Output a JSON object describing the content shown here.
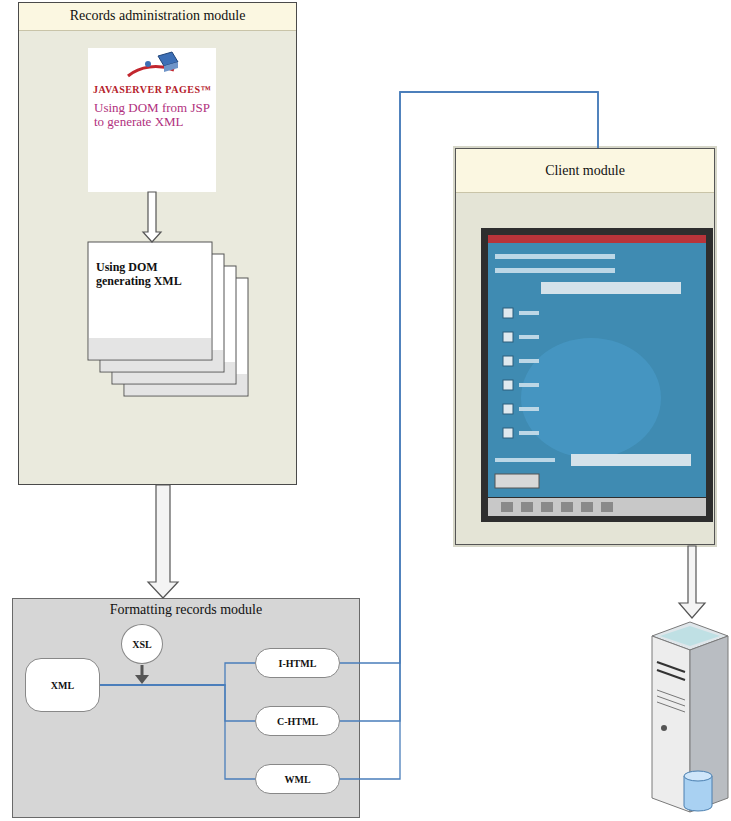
{
  "diagram": {
    "nodes": [
      {
        "text": [
          "Records administration module"
        ]
      },
      {
        "text": [
          "JAVASERVER PAGES™",
          "Using DOM from JSP to generate XML"
        ],
        "in": 0
      },
      {
        "text": [
          "Using DOM generating XML"
        ],
        "in": 0
      },
      {
        "text": [
          "Client module"
        ]
      },
      {
        "text": [
          "Formatting records module"
        ]
      },
      {
        "text": [
          "XSL"
        ],
        "in": 4
      },
      {
        "text": [
          "XML"
        ],
        "in": 4
      },
      {
        "text": [
          "I-HTML"
        ],
        "in": 4
      },
      {
        "text": [
          "C-HTML"
        ],
        "in": 4
      },
      {
        "text": [
          "WML"
        ],
        "in": 4
      }
    ],
    "edges": [
      {
        "from": 1,
        "to": 2,
        "arrow": "to"
      },
      {
        "from": 0,
        "to": 4,
        "arrow": "to"
      },
      {
        "from": 6,
        "to": 7,
        "arrow": "none"
      },
      {
        "from": 6,
        "to": 8,
        "arrow": "none"
      },
      {
        "from": 6,
        "to": 9,
        "arrow": "none"
      },
      {
        "from": 7,
        "to": 3,
        "arrow": "none"
      },
      {
        "from": 8,
        "to": 3,
        "arrow": "none"
      },
      {
        "from": 9,
        "to": 3,
        "arrow": "none"
      }
    ]
  }
}
